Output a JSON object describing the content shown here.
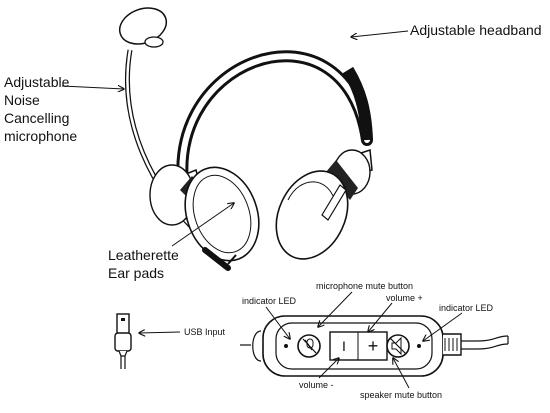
{
  "labels": {
    "headband": "Adjustable headband",
    "microphone": [
      "Adjustable",
      "Noise",
      "Cancelling",
      "microphone"
    ],
    "ear_pads": [
      "Leatherette",
      "Ear pads"
    ],
    "usb_input": "USB Input",
    "indicator_led_left": "indicator LED",
    "indicator_led_right": "indicator LED",
    "mic_mute_button": "microphone mute button",
    "volume_up": "volume +",
    "volume_down": "volume -",
    "speaker_mute_button": "speaker mute button"
  },
  "glyphs": {
    "minus": "I",
    "plus": "+"
  }
}
